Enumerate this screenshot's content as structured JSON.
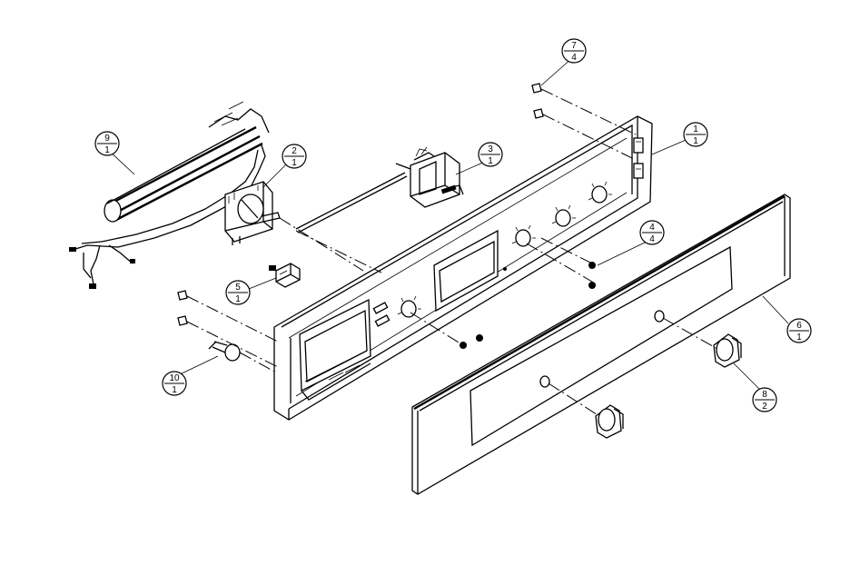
{
  "callouts": [
    {
      "id": "panel",
      "top": "1",
      "bottom": "1"
    },
    {
      "id": "thermostat",
      "top": "2",
      "bottom": "1"
    },
    {
      "id": "selector-switch",
      "top": "3",
      "bottom": "1"
    },
    {
      "id": "nut",
      "top": "4",
      "bottom": "4"
    },
    {
      "id": "connector",
      "top": "5",
      "bottom": "1"
    },
    {
      "id": "front-glass",
      "top": "6",
      "bottom": "1"
    },
    {
      "id": "screw",
      "top": "7",
      "bottom": "4"
    },
    {
      "id": "knob",
      "top": "8",
      "bottom": "2"
    },
    {
      "id": "wiring-harness",
      "top": "9",
      "bottom": "1"
    },
    {
      "id": "lamp",
      "top": "10",
      "bottom": "1"
    }
  ]
}
